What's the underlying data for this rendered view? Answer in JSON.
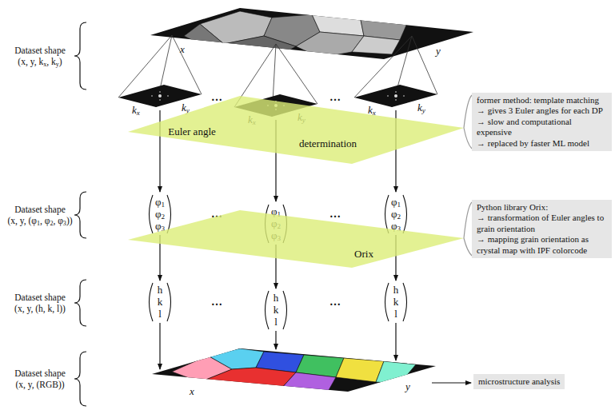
{
  "diagram": {
    "nodes": [
      {
        "text": [
          "Euler angle",
          "determination"
        ]
      },
      {
        "text": [
          "former method: template matching",
          "→ gives 3 Euler angles for each DP",
          "→ slow and computational expensive",
          "→ replaced by faster ML model"
        ]
      },
      {
        "text": [
          "Orix"
        ]
      },
      {
        "text": [
          "Python library Orix:",
          "→ transformation of Euler angles to grain orientation",
          "→ mapping grain orientation as crystal map with IPF colorcode"
        ]
      },
      {
        "text": [
          "microstructure analysis"
        ]
      }
    ],
    "edges": [
      {
        "from": 0,
        "to": 1,
        "arrow": "none"
      },
      {
        "from": 2,
        "to": 3,
        "arrow": "none"
      }
    ],
    "labels": [
      "Dataset shape (x, y, kx, ky)",
      "Dataset shape (x, y, (φ1, φ2, φ3))",
      "Dataset shape (x, y, (h, k, l))",
      "Dataset shape (x, y, (RGB))",
      "x",
      "y",
      "kx",
      "ky",
      "kx",
      "ky",
      "kx",
      "ky",
      "…",
      "…",
      "φ1",
      "φ2",
      "φ3",
      "φ1",
      "φ2",
      "φ3",
      "φ1",
      "φ2",
      "φ3",
      "…",
      "…",
      "h",
      "k",
      "l",
      "h",
      "k",
      "l",
      "h",
      "k",
      "l",
      "…",
      "…",
      "x",
      "y"
    ]
  }
}
